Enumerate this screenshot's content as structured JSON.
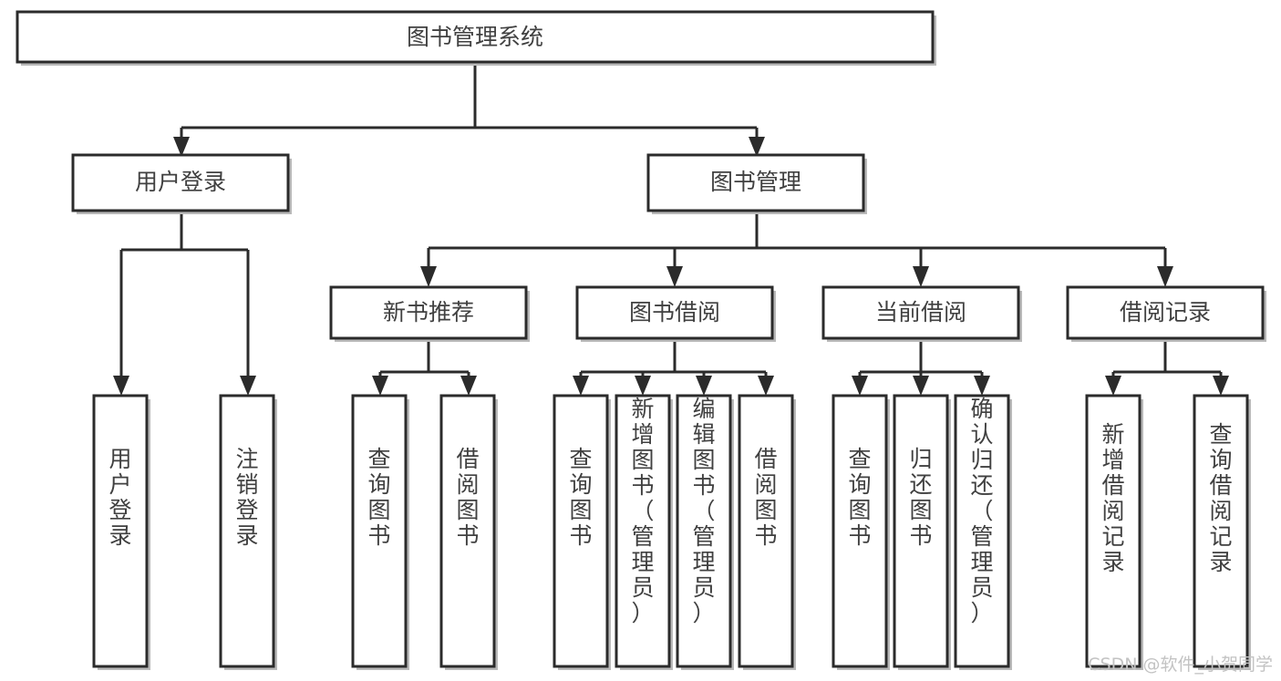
{
  "diagram": {
    "title": "图书管理系统",
    "type": "tree-hierarchy-diagram",
    "colors": {
      "box_stroke": "#2b2b2b",
      "box_fill": "#ffffff",
      "text": "#404040",
      "shadow": "#b9b9b9",
      "watermark": "#c3c3c3"
    },
    "root": {
      "label": "图书管理系统"
    },
    "level2": [
      {
        "label": "用户登录"
      },
      {
        "label": "图书管理"
      }
    ],
    "level3": [
      {
        "label": "新书推荐"
      },
      {
        "label": "图书借阅"
      },
      {
        "label": "当前借阅"
      },
      {
        "label": "借阅记录"
      }
    ],
    "leaves": {
      "user_login": [
        {
          "label": "用户登录"
        },
        {
          "label": "注销登录"
        }
      ],
      "new_book_recommend": [
        {
          "label": "查询图书"
        },
        {
          "label": "借阅图书"
        }
      ],
      "book_borrow": [
        {
          "label": "查询图书"
        },
        {
          "label": "新增图书（管理员）"
        },
        {
          "label": "编辑图书（管理员）"
        },
        {
          "label": "借阅图书"
        }
      ],
      "current_borrow": [
        {
          "label": "查询图书"
        },
        {
          "label": "归还图书"
        },
        {
          "label": "确认归还（管理员）"
        }
      ],
      "borrow_record": [
        {
          "label": "新增借阅记录"
        },
        {
          "label": "查询借阅记录"
        }
      ]
    },
    "watermark": "CSDN @软件_小贺同学"
  }
}
